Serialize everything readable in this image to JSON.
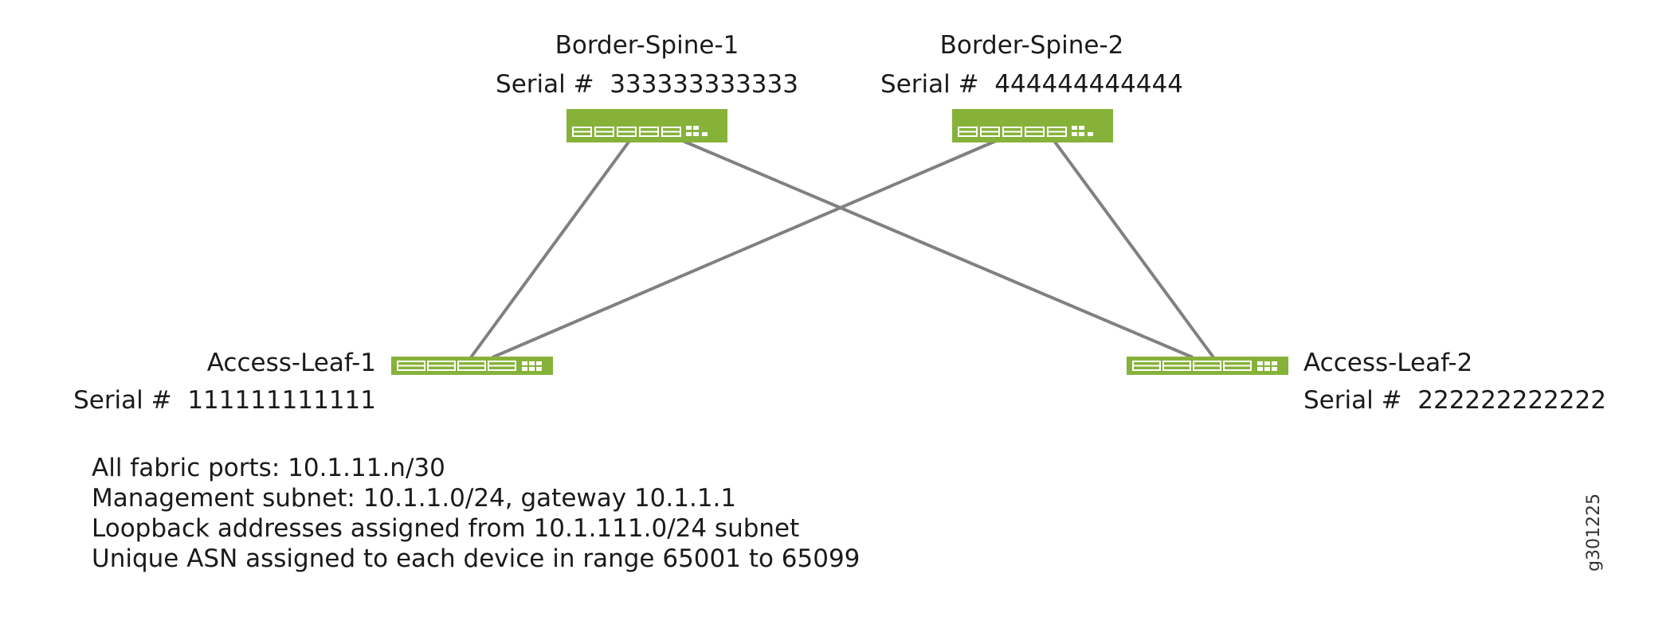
{
  "devices": {
    "border_spine_1": {
      "name": "Border-Spine-1",
      "serial": "Serial #  333333333333"
    },
    "border_spine_2": {
      "name": "Border-Spine-2",
      "serial": "Serial #  444444444444"
    },
    "access_leaf_1": {
      "name": "Access-Leaf-1",
      "serial": "Serial #  111111111111"
    },
    "access_leaf_2": {
      "name": "Access-Leaf-2",
      "serial": "Serial #  222222222222"
    }
  },
  "notes": [
    "All fabric ports: 10.1.11.n/30",
    "Management subnet: 10.1.1.0/24, gateway 10.1.1.1",
    "Loopback addresses assigned from 10.1.111.0/24 subnet",
    "Unique ASN assigned to each device in range 65001 to 65099"
  ],
  "figure_id": "g301225",
  "colors": {
    "switch": "#86b23a",
    "link": "#808080",
    "text": "#1a1a1a"
  },
  "icons": {
    "switch": "switch-icon"
  }
}
